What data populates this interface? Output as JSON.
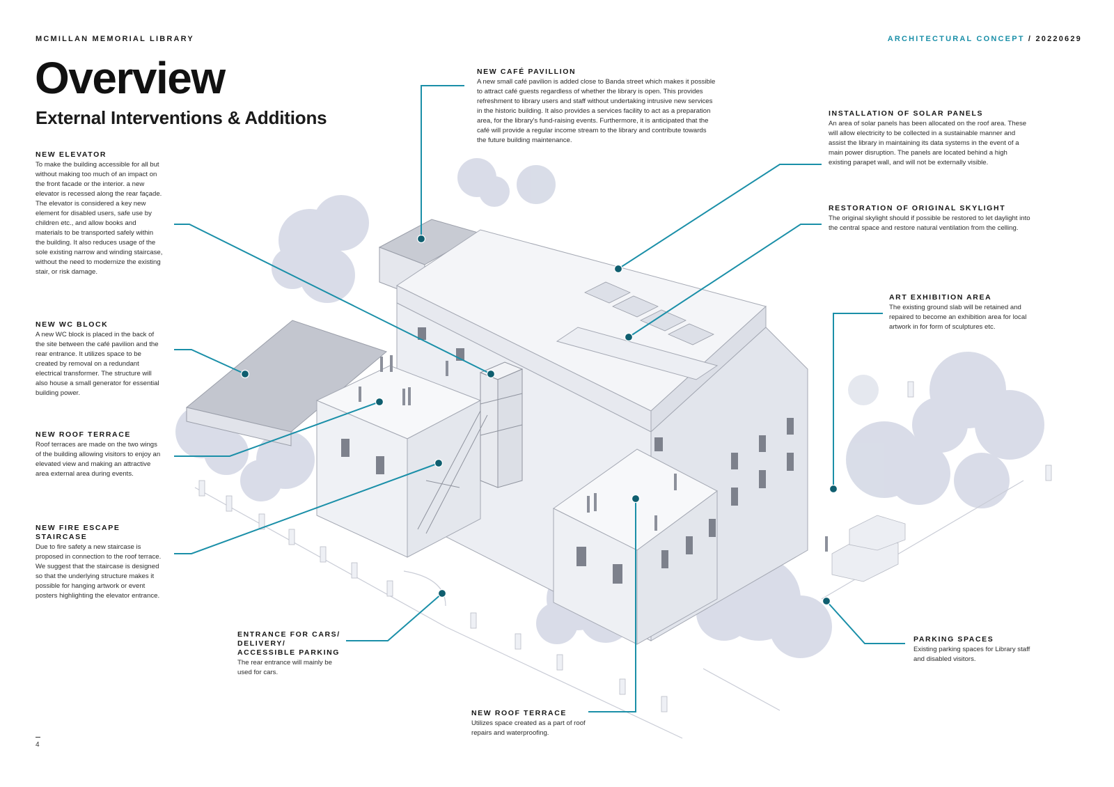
{
  "header": {
    "left": "MCMILLAN MEMORIAL LIBRARY",
    "right_accent": "ARCHITECTURAL CONCEPT",
    "right_sep": " / ",
    "right_date": "20220629"
  },
  "title": "Overview",
  "subtitle": "External Interventions & Additions",
  "accent_color": "#1a8fa8",
  "notes": {
    "elevator": {
      "heading": "NEW ELEVATOR",
      "body": "To make the building accessible for all but without making too much of an impact on the front facade or the interior. a new elevator is recessed along the rear façade. The elevator is considered a key new element for disabled users, safe use by children etc., and allow books and materials to be transported safely within the building. It also reduces usage of the sole existing narrow and winding staircase, without the need to modernize the existing stair, or risk damage."
    },
    "wc": {
      "heading": "NEW WC BLOCK",
      "body": "A new WC block is placed in the back of the site between the café pavilion and the rear entrance. It utilizes space to be created by removal on a redundant electrical transformer. The structure will also house a small generator for essential building power."
    },
    "roof_terrace_left": {
      "heading": "NEW ROOF TERRACE",
      "body": "Roof terraces are made on the two wings of the building allowing visitors to enjoy an elevated view and making an attractive area external area during events."
    },
    "fire_escape": {
      "heading": "NEW FIRE ESCAPE STAIRCASE",
      "body": "Due to fire safety a new staircase is proposed in connection to the roof terrace. We suggest that the staircase is designed so that the underlying structure makes it possible for hanging artwork or event posters highlighting the elevator entrance."
    },
    "entrance": {
      "heading": "ENTRANCE FOR CARS/ DELIVERY/ ACCESSIBLE PARKING",
      "body": "The rear entrance will mainly be used for cars."
    },
    "roof_terrace_bottom": {
      "heading": "NEW ROOF TERRACE",
      "body": "Utilizes space created as a part of roof repairs and waterproofing."
    },
    "cafe": {
      "heading": "NEW CAFÉ PAVILLION",
      "body": "A new small café pavilion is added close to Banda street which makes it possible to attract café guests regardless of whether the library is open. This provides refreshment to library users and staff without undertaking intrusive new services in the historic building. It also provides a services facility to act as a preparation area, for the library's fund-raising events. Furthermore, it is anticipated that the café will provide a regular income stream to the library and contribute towards the future building maintenance."
    },
    "solar": {
      "heading": "INSTALLATION OF SOLAR PANELS",
      "body": "An area of solar panels has been allocated on the roof area. These will allow electricity to be collected in a sustainable manner and assist the library in maintaining its data systems in the event of a main power disruption. The panels are located behind a high existing parapet wall, and will not be externally visible."
    },
    "skylight": {
      "heading": "RESTORATION OF ORIGINAL SKYLIGHT",
      "body": "The original skylight should if possible be restored to let daylight into the central space and restore natural ventilation from the celling."
    },
    "art": {
      "heading": "ART EXHIBITION AREA",
      "body": "The existing ground slab will be retained and repaired to become an exhibition area for local artwork in for form of sculptures etc."
    },
    "parking": {
      "heading": "PARKING SPACES",
      "body": "Existing parking spaces for Library staff and disabled visitors."
    }
  },
  "page_number": "4"
}
